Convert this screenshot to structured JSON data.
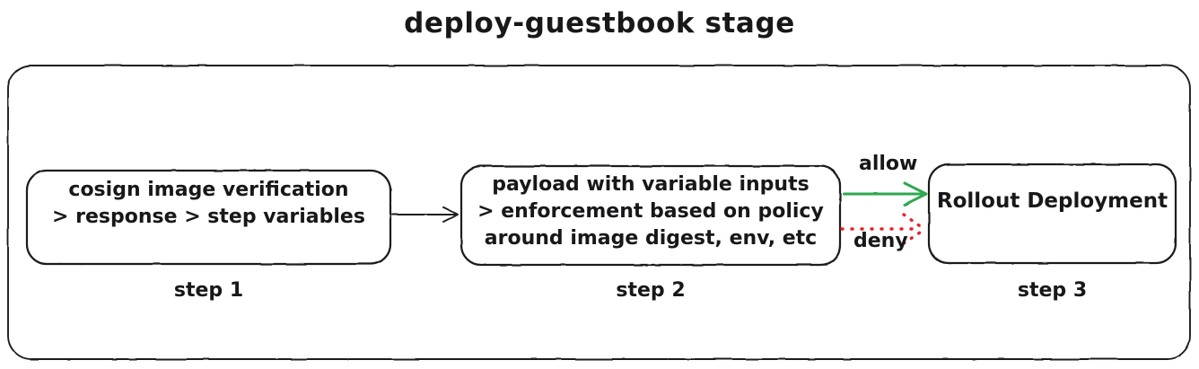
{
  "title": "deploy-guestbook stage",
  "background_color": "#ffffff",
  "ink_color": "#1d1d1d",
  "container": {
    "name": "deploy-guestbook stage container"
  },
  "steps": [
    {
      "id": "step-1",
      "caption": "step 1",
      "lines": [
        "cosign image verification",
        "> response > step variables"
      ]
    },
    {
      "id": "step-2",
      "caption": "step 2",
      "lines": [
        "payload with variable inputs",
        "> enforcement based on policy",
        "around image digest, env, etc"
      ]
    },
    {
      "id": "step-3",
      "caption": "step 3",
      "lines": [
        "Rollout Deployment"
      ]
    }
  ],
  "edges": [
    {
      "id": "edge-step1-step2",
      "label": "",
      "style": "solid",
      "color": "#1d1d1d",
      "from": "step-1",
      "to": "step-2"
    },
    {
      "id": "edge-allow",
      "label": "allow",
      "style": "solid",
      "color": "#2ea84f",
      "from": "step-2",
      "to": "step-3"
    },
    {
      "id": "edge-deny",
      "label": "deny",
      "style": "dotted",
      "color": "#e8202a",
      "from": "step-2",
      "to": "step-3"
    }
  ],
  "colors": {
    "allow": "#2ea84f",
    "deny": "#e8202a",
    "stroke": "#1d1d1d"
  }
}
